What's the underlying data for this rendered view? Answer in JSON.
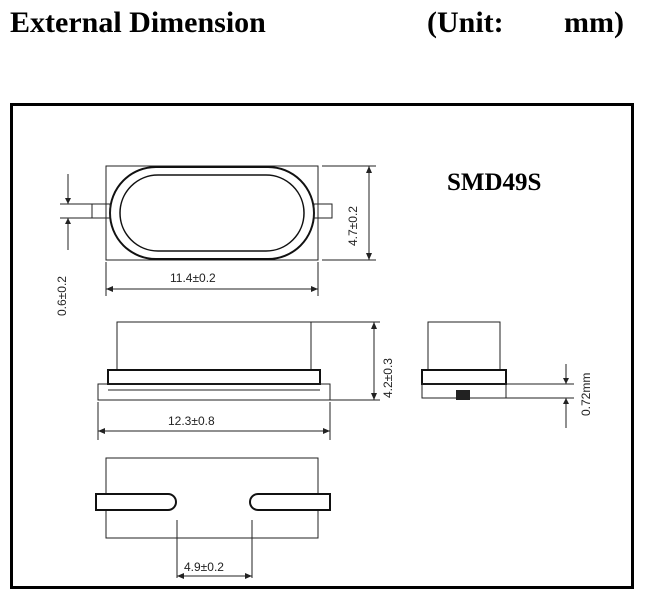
{
  "header": {
    "title": "External Dimension",
    "unit_label": "(Unit:",
    "unit_value": "mm)"
  },
  "diagram": {
    "model": "SMD49S",
    "dims": {
      "width_top": "11.4±0.2",
      "height_top": "4.7±0.2",
      "lead_thickness": "0.6±0.2",
      "body_height": "4.2±0.3",
      "overall_length": "12.3±0.8",
      "standoff": "0.72mm",
      "pad_spacing": "4.9±0.2"
    }
  }
}
